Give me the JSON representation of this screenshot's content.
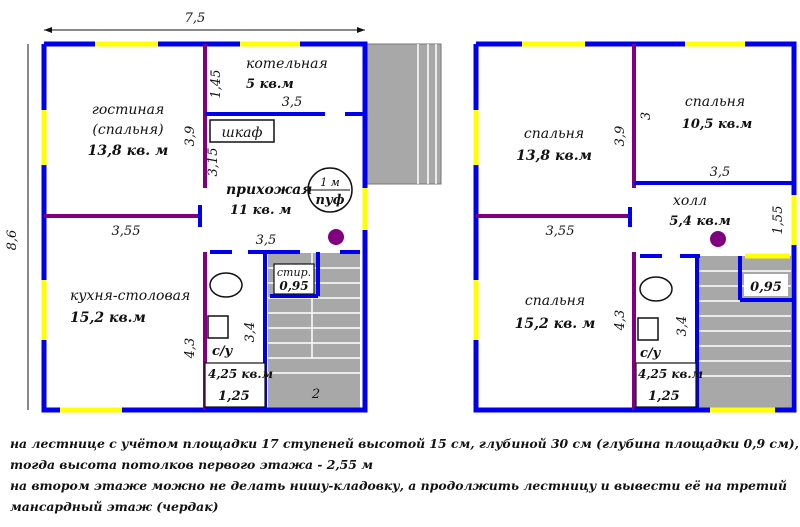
{
  "colors": {
    "wall": "#0000ee",
    "inner_wall": "#800080",
    "window": "#ffff00",
    "stair": "#a8a8a8",
    "fixture": "#800080"
  },
  "floor1": {
    "overall_width": "7,5",
    "overall_height": "8,6",
    "living": {
      "name": "гостиная",
      "sub": "(спальня)",
      "area": "13,8 кв. м"
    },
    "boiler": {
      "name": "котельная",
      "area": "5 кв.м"
    },
    "hall": {
      "name": "прихожая",
      "area": "11 кв. м"
    },
    "kitchen": {
      "name": "кухня-столовая",
      "area": "15,2 кв.м"
    },
    "wardrobe": "шкаф",
    "pouf_size": "1 м",
    "pouf": "пуф",
    "storage_label": "стир.",
    "storage_width": "0,95",
    "wc": "с/у",
    "wc_area": "4,25 кв.м",
    "wc_width": "1,25",
    "stair_number": "2",
    "dims": {
      "boiler_height": "1,45",
      "boiler_width": "3,5",
      "living_height": "3,9",
      "hall_wall": "3,15",
      "living_width": "3,55",
      "hall_width": "3,5",
      "kitchen_height": "4,3",
      "wc_height": "3,4"
    }
  },
  "floor2": {
    "bedroom_tl": {
      "name": "спальня",
      "area": "13,8 кв.м"
    },
    "bedroom_tr": {
      "name": "спальня",
      "area": "10,5 кв.м"
    },
    "hall": {
      "name": "холл",
      "area": "5,4 кв.м"
    },
    "bedroom_bl": {
      "name": "спальня",
      "area": "15,2 кв. м"
    },
    "wc": "с/у",
    "wc_area": "4,25 кв.м",
    "wc_width": "1,25",
    "landing_width": "0,95",
    "dims": {
      "left_height": "3,9",
      "right_height": "3",
      "hall_width": "3,5",
      "left_width": "3,55",
      "hall_height": "1,55",
      "bottom_height": "4,3",
      "wc_height": "3,4"
    }
  },
  "notes": [
    "на лестнице с учётом площадки 17 ступеней высотой 15 см, глубиной 30 см (глубина площадки 0,9 см),",
    "тогда высота потолков первого этажа - 2,55 м",
    "на втором этаже можно не делать нишу-кладовку, а продолжить лестницу и вывести её на третий",
    "мансардный этаж (чердак)"
  ]
}
